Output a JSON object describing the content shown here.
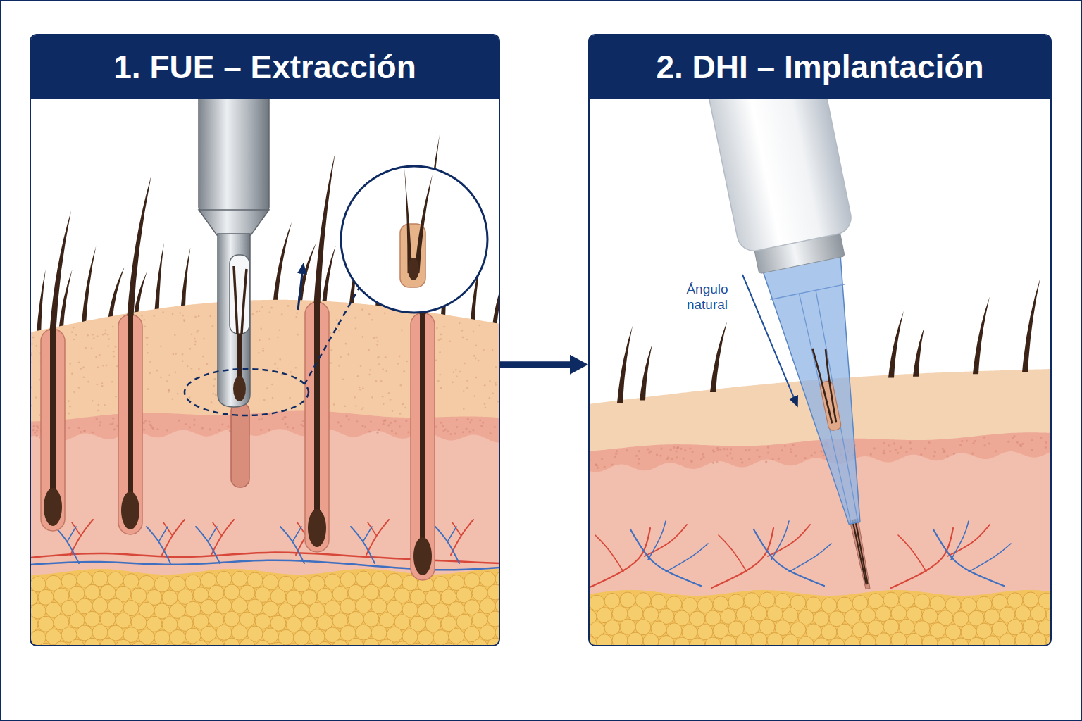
{
  "diagram": {
    "nodes": [
      {
        "text": [
          "1. FUE – Extracción"
        ]
      },
      {
        "text": [
          "2. DHI – Implantación"
        ]
      }
    ],
    "edges": [
      {
        "from": 0,
        "to": 1,
        "arrow": "to"
      }
    ],
    "labels": [
      "Ángulo natural"
    ]
  }
}
